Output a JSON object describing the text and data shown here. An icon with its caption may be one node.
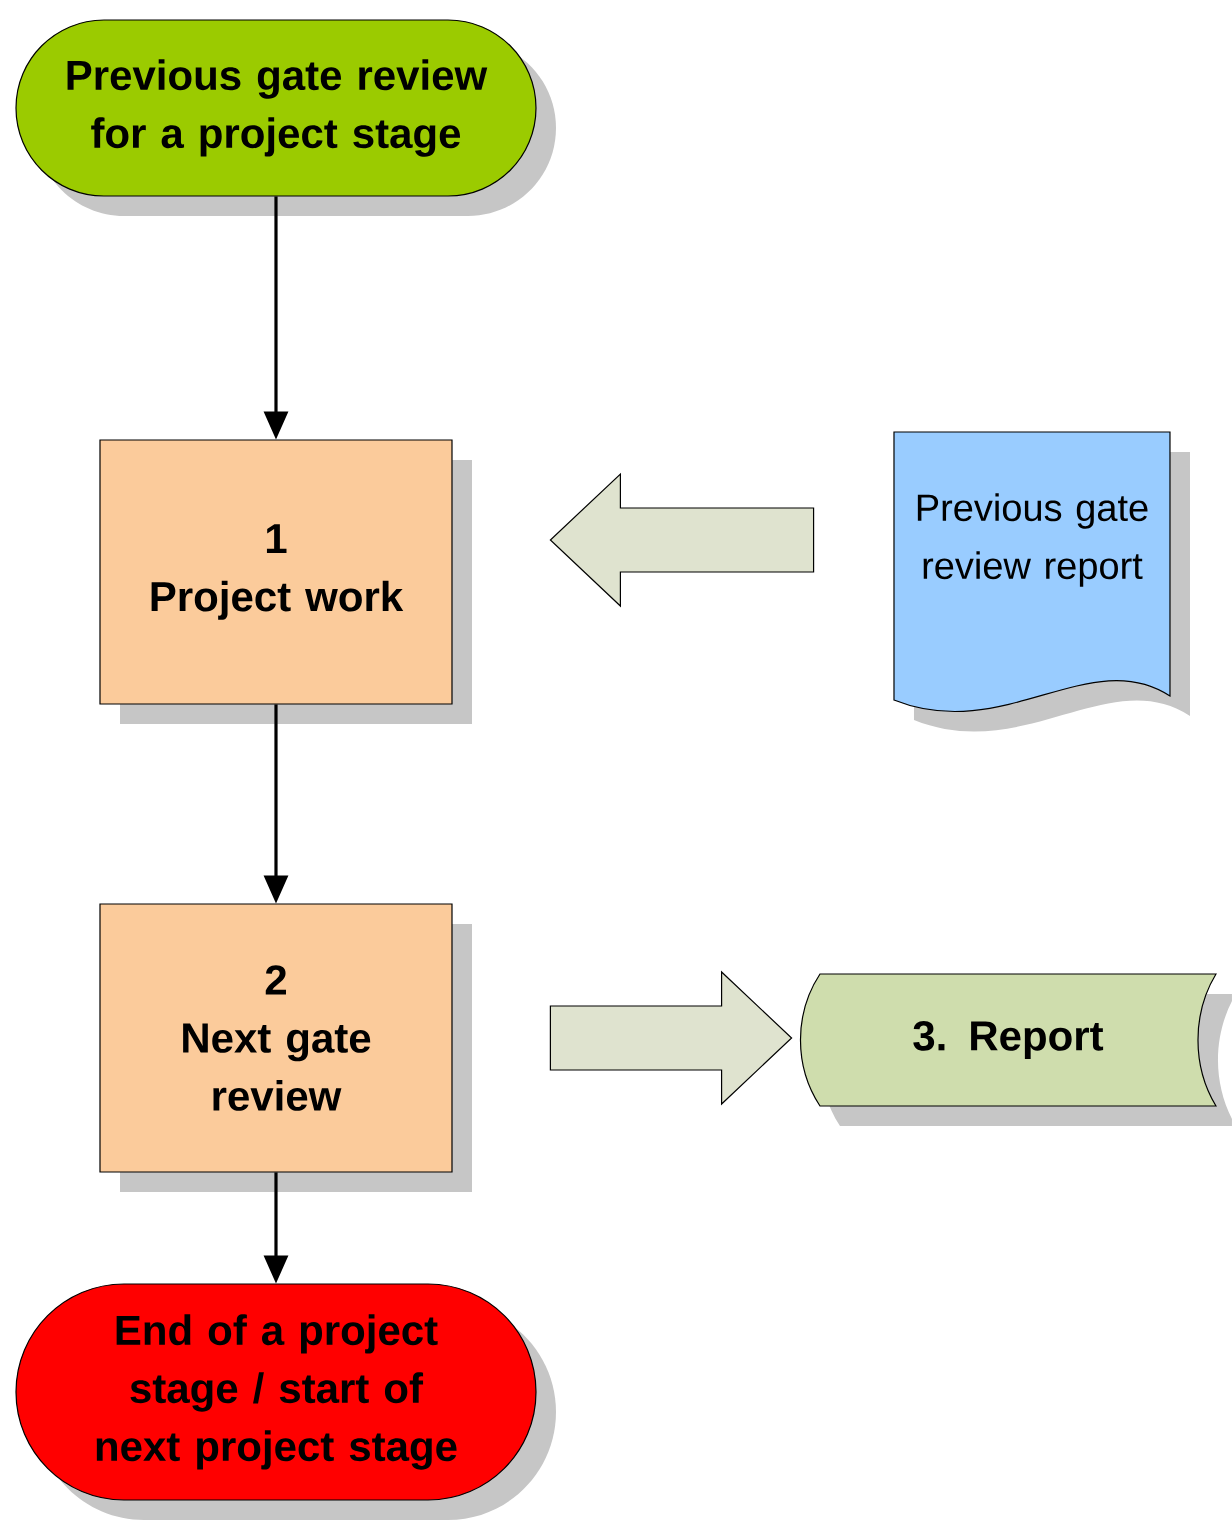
{
  "diagram": {
    "nodes": [
      {
        "text": [
          "Previous gate review for a project stage"
        ]
      },
      {
        "text": [
          "1",
          "Project work"
        ]
      },
      {
        "text": [
          "2",
          "Next gate review"
        ]
      },
      {
        "text": [
          "End of a project stage / start of next project stage"
        ]
      },
      {
        "text": [
          "Previous gate review report"
        ]
      },
      {
        "text": [
          "3. Report"
        ]
      }
    ],
    "edges": [
      {
        "from": 0,
        "to": 1,
        "arrow": "to"
      },
      {
        "from": 4,
        "to": 1,
        "arrow": "to",
        "style": "thick",
        "color": "#dfe3cf"
      },
      {
        "from": 1,
        "to": 2,
        "arrow": "to"
      },
      {
        "from": 2,
        "to": 5,
        "arrow": "to",
        "style": "thick",
        "color": "#dfe3cf"
      },
      {
        "from": 2,
        "to": 3,
        "arrow": "to"
      }
    ]
  }
}
